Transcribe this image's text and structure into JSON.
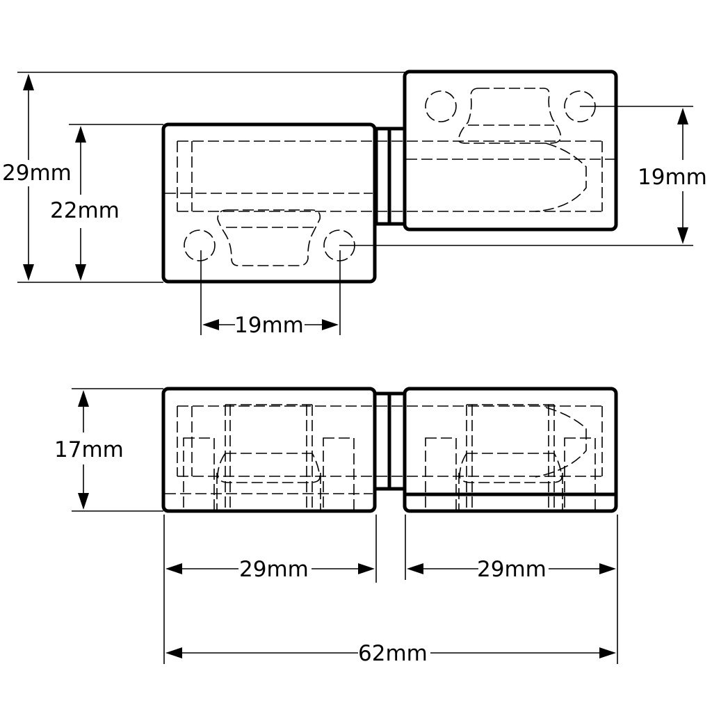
{
  "drawing": {
    "subject": "hinge technical drawing",
    "line_color": "#000000",
    "background": "#ffffff"
  },
  "top_view": {
    "dimensions": {
      "overall_height": "29mm",
      "left_leaf_height": "22mm",
      "right_hole_spacing": "19mm",
      "left_hole_spacing": "19mm"
    }
  },
  "side_view": {
    "dimensions": {
      "thickness": "17mm",
      "left_leaf_width": "29mm",
      "right_leaf_width": "29mm",
      "overall_length": "62mm"
    }
  }
}
